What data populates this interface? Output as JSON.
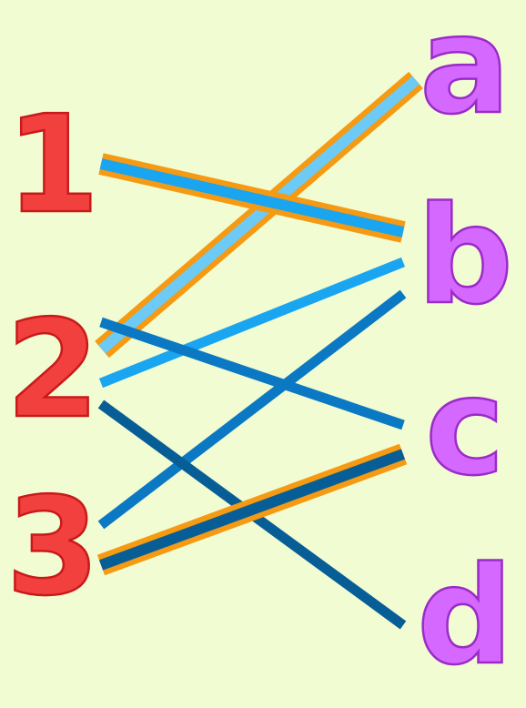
{
  "diagram": {
    "background": "#f2fcd2",
    "left_nodes": [
      {
        "id": "1",
        "label": "1"
      },
      {
        "id": "2",
        "label": "2"
      },
      {
        "id": "3",
        "label": "3"
      }
    ],
    "right_nodes": [
      {
        "id": "a",
        "label": "a"
      },
      {
        "id": "b",
        "label": "b"
      },
      {
        "id": "c",
        "label": "c"
      },
      {
        "id": "d",
        "label": "d"
      }
    ],
    "colors": {
      "left_label_fill": "#f2403f",
      "left_label_stroke": "#c81a1a",
      "right_label_fill": "#d468ff",
      "right_label_stroke": "#9b2bc8",
      "highlight": "#f59a12",
      "light_blue": "#6ccaf4",
      "sky_blue": "#1aa5f0",
      "mid_blue": "#0b78c4",
      "dark_blue": "#075e96"
    },
    "edges": [
      {
        "from": "2",
        "to": "a",
        "color": "light_blue",
        "highlighted": true
      },
      {
        "from": "1",
        "to": "b",
        "color": "sky_blue",
        "highlighted": true
      },
      {
        "from": "2",
        "to": "b",
        "color": "sky_blue",
        "highlighted": false
      },
      {
        "from": "2",
        "to": "c",
        "color": "mid_blue",
        "highlighted": false
      },
      {
        "from": "3",
        "to": "b",
        "color": "mid_blue",
        "highlighted": false
      },
      {
        "from": "2",
        "to": "d",
        "color": "dark_blue",
        "highlighted": false
      },
      {
        "from": "3",
        "to": "c",
        "color": "dark_blue",
        "highlighted": true
      }
    ]
  }
}
